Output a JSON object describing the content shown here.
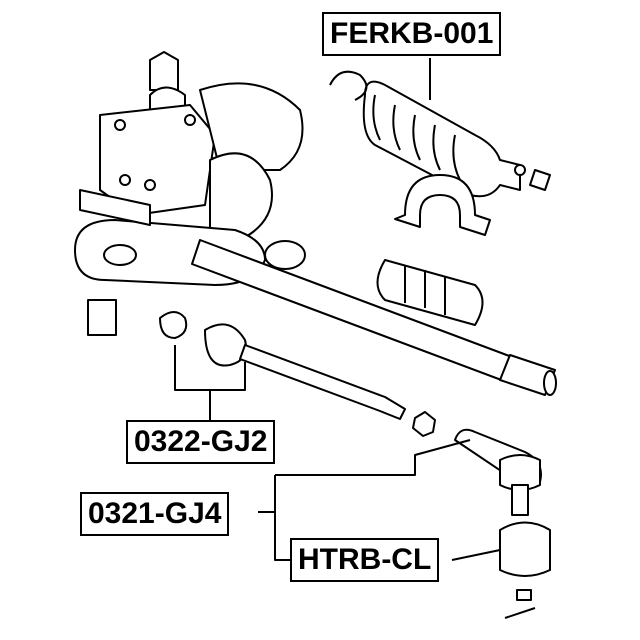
{
  "part_labels": {
    "boot": "FERKB-001",
    "inner_tie_rod": "0322-GJ2",
    "tie_rod_end": "0321-GJ4",
    "boot_dust": "HTRB-CL"
  }
}
